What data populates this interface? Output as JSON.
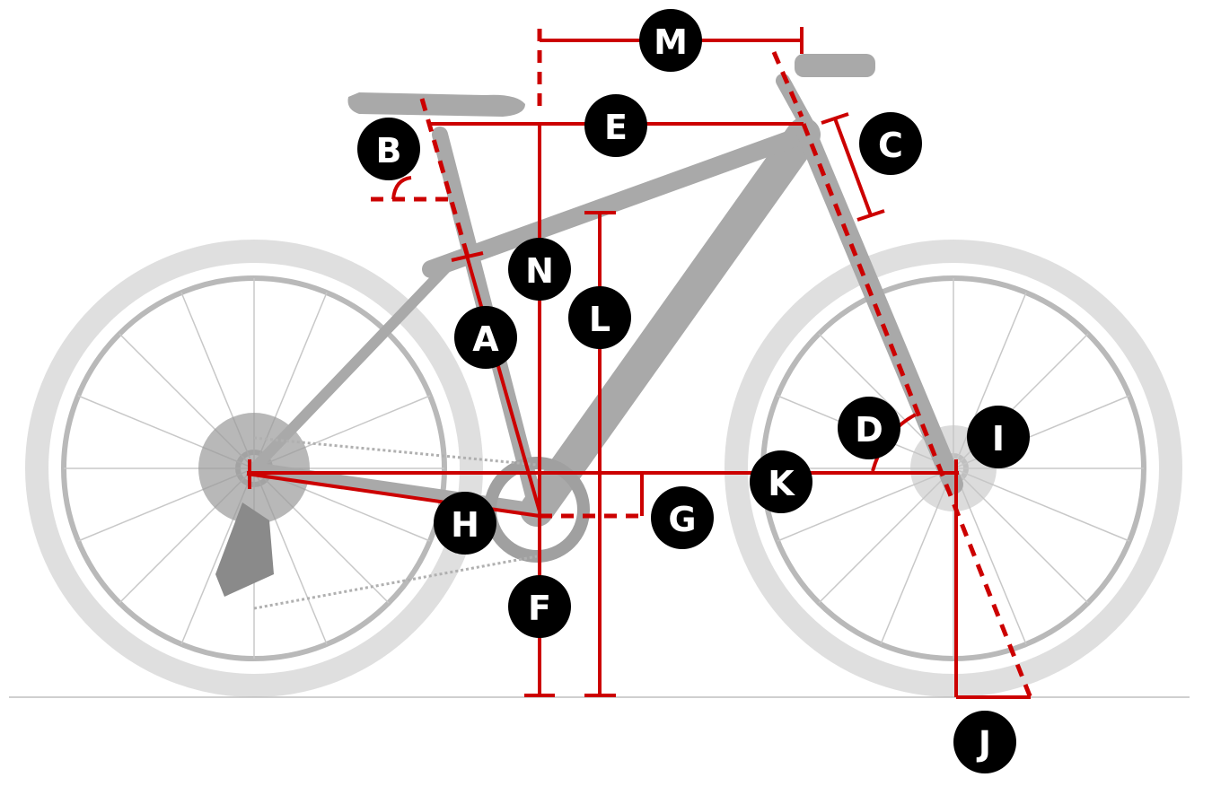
{
  "diagram": {
    "labels": {
      "A": "A",
      "B": "B",
      "C": "C",
      "D": "D",
      "E": "E",
      "F": "F",
      "G": "G",
      "H": "H",
      "I": "I",
      "J": "J",
      "K": "K",
      "L": "L",
      "M": "M",
      "N": "N"
    },
    "colors": {
      "measure": "#cc0000",
      "badge": "#000000",
      "badge_text": "#ffffff",
      "bike": "#b9b9b9"
    }
  }
}
